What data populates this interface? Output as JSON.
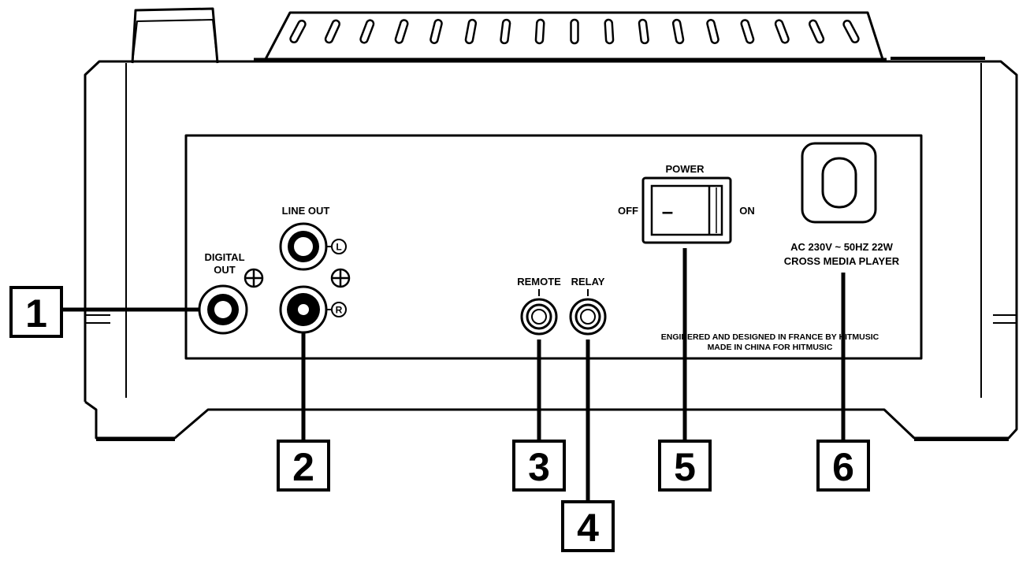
{
  "panel": {
    "digital_out_line1": "DIGITAL",
    "digital_out_line2": "OUT",
    "line_out": "LINE OUT",
    "channel_left": "L",
    "channel_right": "R",
    "remote": "REMOTE",
    "relay": "RELAY",
    "power": "POWER",
    "off": "OFF",
    "on": "ON",
    "switch_mark": "–",
    "rating": "AC 230V ~ 50HZ  22W",
    "model": "CROSS MEDIA PLAYER",
    "credit_line1": "ENGINERED AND DESIGNED IN FRANCE BY HITMUSIC",
    "credit_line2": "MADE IN CHINA FOR HITMUSIC"
  },
  "callouts": [
    "1",
    "2",
    "3",
    "4",
    "5",
    "6"
  ]
}
